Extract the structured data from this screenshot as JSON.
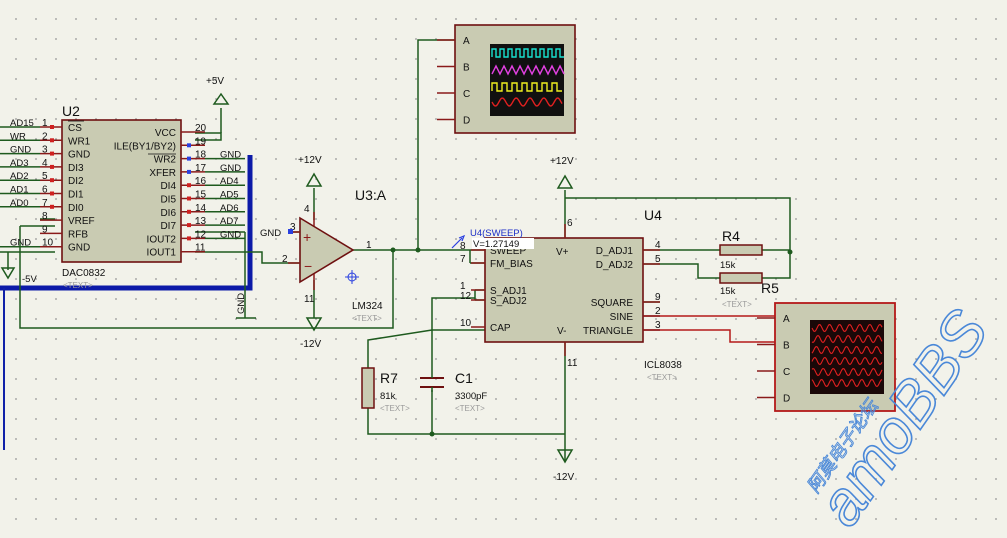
{
  "u2": {
    "ref": "U2",
    "part": "DAC0832",
    "text_tag": "<TEXT>",
    "left_pins": [
      {
        "num": "1",
        "name": "CS",
        "net": "AD15"
      },
      {
        "num": "2",
        "name": "WR1",
        "net": "WR"
      },
      {
        "num": "3",
        "name": "GND",
        "net": "GND"
      },
      {
        "num": "4",
        "name": "DI3",
        "net": "AD3"
      },
      {
        "num": "5",
        "name": "DI2",
        "net": "AD2"
      },
      {
        "num": "6",
        "name": "DI1",
        "net": "AD1"
      },
      {
        "num": "7",
        "name": "DI0",
        "net": "AD0"
      },
      {
        "num": "8",
        "name": "VREF",
        "net": ""
      },
      {
        "num": "9",
        "name": "RFB",
        "net": ""
      },
      {
        "num": "10",
        "name": "GND",
        "net": "GND"
      }
    ],
    "right_pins": [
      {
        "num": "20",
        "name": "VCC",
        "net": ""
      },
      {
        "num": "19",
        "name": "ILE(BY1/BY2)",
        "net": ""
      },
      {
        "num": "18",
        "name": "WR2",
        "net": "GND"
      },
      {
        "num": "17",
        "name": "XFER",
        "net": "GND"
      },
      {
        "num": "16",
        "name": "DI4",
        "net": "AD4"
      },
      {
        "num": "15",
        "name": "DI5",
        "net": "AD5"
      },
      {
        "num": "14",
        "name": "DI6",
        "net": "AD6"
      },
      {
        "num": "13",
        "name": "DI7",
        "net": "AD7"
      },
      {
        "num": "12",
        "name": "IOUT2",
        "net": "GND"
      },
      {
        "num": "11",
        "name": "IOUT1",
        "net": ""
      }
    ]
  },
  "u3": {
    "ref": "U3:A",
    "part": "LM324",
    "text_tag": "<TEXT>",
    "pin_plus": "3",
    "pin_minus": "2",
    "pin_out": "1",
    "pin_vcc": "4",
    "pin_vee": "11",
    "plus_net": "GND"
  },
  "u4": {
    "ref": "U4",
    "part": "ICL8038",
    "text_tag": "<TEXT>",
    "probe_label": "U4(SWEEP)",
    "probe_value": "V=1.27149",
    "left_pins": [
      {
        "num": "8",
        "name": "SWEEP"
      },
      {
        "num": "7",
        "name": "FM_BIAS"
      },
      {
        "num": "1",
        "name": "S_ADJ1"
      },
      {
        "num": "12",
        "name": "S_ADJ2"
      },
      {
        "num": "10",
        "name": "CAP"
      }
    ],
    "right_pins": [
      {
        "num": "4",
        "name": "D_ADJ1"
      },
      {
        "num": "5",
        "name": "D_ADJ2"
      },
      {
        "num": "9",
        "name": "SQUARE"
      },
      {
        "num": "2",
        "name": "SINE"
      },
      {
        "num": "3",
        "name": "TRIANGLE"
      }
    ],
    "top_pins": [
      {
        "num": "6",
        "name": "V+"
      }
    ],
    "bottom_pins": [
      {
        "num": "11",
        "name": "V-"
      }
    ]
  },
  "power": {
    "vcc5": "+5V",
    "vcc12_a": "+12V",
    "vee12_a": "-12V",
    "vcc12_b": "+12V",
    "vee12_b": "-12V",
    "neg5": "-5V",
    "gnd": "GND",
    "gnd_net": "GND"
  },
  "r4": {
    "ref": "R4",
    "value": "15k"
  },
  "r5": {
    "ref": "R5",
    "value": "15k",
    "text_tag": "<TEXT>"
  },
  "r7": {
    "ref": "R7",
    "value": "81k",
    "text_tag": "<TEXT>"
  },
  "c1": {
    "ref": "C1",
    "value": "3300pF",
    "text_tag": "<TEXT>"
  },
  "scope1": {
    "channels": [
      "A",
      "B",
      "C",
      "D"
    ],
    "trace_colors": [
      "#19e0d0",
      "#e040e0",
      "#f0f020",
      "#e02020"
    ]
  },
  "scope2": {
    "channels": [
      "A",
      "B",
      "C",
      "D"
    ],
    "trace_colors": [
      "#e02020",
      "#e02020"
    ]
  },
  "watermark": {
    "brand": "amoBBS",
    "tagline": "阿莫电子论坛"
  },
  "colors": {
    "wire": "#1e5a1e",
    "bus": "#0c1aa8",
    "red_wire": "#b41919",
    "body": "#c9cbb2"
  }
}
